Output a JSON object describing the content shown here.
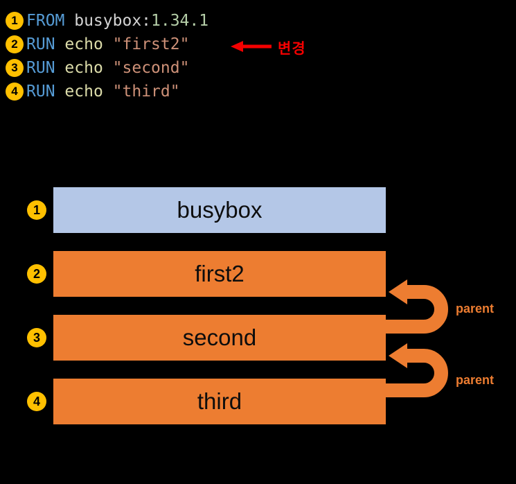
{
  "colors": {
    "background": "#000000",
    "keyword": "#569CD6",
    "plain": "#D4D4D4",
    "number": "#B5CEA8",
    "function": "#DCDCAA",
    "string": "#CE9178",
    "badge_bg": "#FFC000",
    "badge_text": "#000000",
    "base_box": "#B4C7E7",
    "layer_box": "#ED7D31",
    "box_text": "#0D0D0D",
    "arrow_orange": "#ED7D31",
    "annotation_red": "#F40000"
  },
  "code_block": {
    "lines": [
      {
        "badge": "1",
        "tokens": [
          [
            "keyword",
            "FROM"
          ],
          [
            "plain",
            " busybox:"
          ],
          [
            "number",
            "1.34.1"
          ]
        ]
      },
      {
        "badge": "2",
        "tokens": [
          [
            "keyword",
            "RUN"
          ],
          [
            "plain",
            " "
          ],
          [
            "function",
            "echo"
          ],
          [
            "plain",
            " "
          ],
          [
            "string",
            "\"first2\""
          ]
        ]
      },
      {
        "badge": "3",
        "tokens": [
          [
            "keyword",
            "RUN"
          ],
          [
            "plain",
            " "
          ],
          [
            "function",
            "echo"
          ],
          [
            "plain",
            " "
          ],
          [
            "string",
            "\"second\""
          ]
        ]
      },
      {
        "badge": "4",
        "tokens": [
          [
            "keyword",
            "RUN"
          ],
          [
            "plain",
            " "
          ],
          [
            "function",
            "echo"
          ],
          [
            "plain",
            " "
          ],
          [
            "string",
            "\"third\""
          ]
        ]
      }
    ],
    "annotation": {
      "label": "변경",
      "points_to_line": "2"
    }
  },
  "diagram": {
    "layers": [
      {
        "badge": "1",
        "label": "busybox",
        "type": "base"
      },
      {
        "badge": "2",
        "label": "first2",
        "type": "layer"
      },
      {
        "badge": "3",
        "label": "second",
        "type": "layer"
      },
      {
        "badge": "4",
        "label": "third",
        "type": "layer"
      }
    ],
    "parent_links": [
      {
        "label": "parent",
        "from": "second",
        "to": "first2"
      },
      {
        "label": "parent",
        "from": "third",
        "to": "second"
      }
    ]
  }
}
